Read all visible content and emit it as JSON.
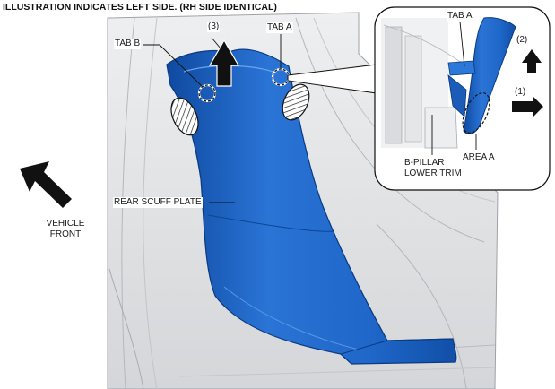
{
  "title": "ILLUSTRATION INDICATES LEFT SIDE. (RH SIDE IDENTICAL)",
  "labels": {
    "tab_b": "TAB B",
    "tab_a_main": "TAB A",
    "step_3": "(3)",
    "rear_scuff_plate": "REAR SCUFF PLATE",
    "vehicle_front_line1": "VEHICLE",
    "vehicle_front_line2": "FRONT",
    "tab_a_detail": "TAB A",
    "step_2": "(2)",
    "step_1": "(1)",
    "b_pillar_line1": "B-PILLAR",
    "b_pillar_line2": "LOWER TRIM",
    "area_a": "AREA A"
  },
  "colors": {
    "part_blue": "#1f67c9",
    "part_blue_dark": "#0f4aa0",
    "part_blue_light": "#3c86e0",
    "body_gray": "#e2e3e5",
    "arrow": "#111111"
  },
  "icons": {
    "direction": "arrow-icon",
    "clip_location": "dashed-circle-icon",
    "pull_zone": "hatched-ellipse-icon"
  }
}
